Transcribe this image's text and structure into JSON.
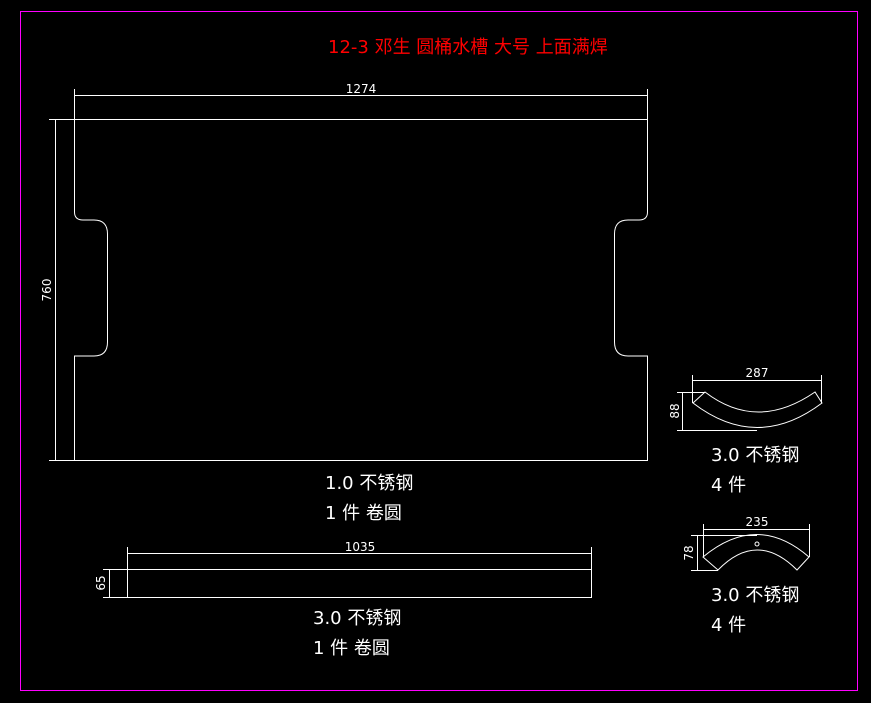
{
  "title": "12-3 邓生 圆桶水槽 大号 上面满焊",
  "colors": {
    "border": "#ff00ff",
    "title": "#ff0000",
    "lines": "#ffffff",
    "background": "#000000"
  },
  "parts": {
    "panel": {
      "width_dim": "1274",
      "height_dim": "760",
      "note1": "1.0 不锈钢",
      "note2": "1 件 卷圆"
    },
    "strip": {
      "width_dim": "1035",
      "height_dim": "65",
      "note1": "3.0 不锈钢",
      "note2": "1 件 卷圆"
    },
    "arc1": {
      "width_dim": "287",
      "height_dim": "88",
      "note1": "3.0 不锈钢",
      "note2": "4 件"
    },
    "arc2": {
      "width_dim": "235",
      "height_dim": "78",
      "note1": "3.0 不锈钢",
      "note2": "4 件"
    }
  }
}
